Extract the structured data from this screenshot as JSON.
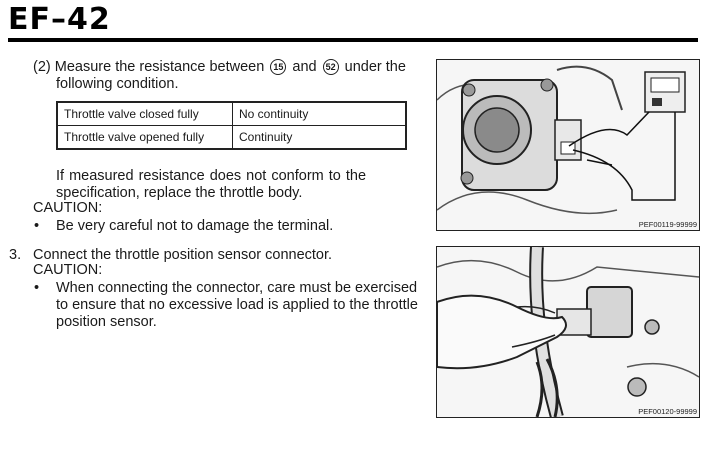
{
  "header": {
    "page_number": "EF–42"
  },
  "step2": {
    "line1_pre": "(2) Measure the resistance between",
    "terminal_a": "15",
    "mid": "and",
    "terminal_b": "52",
    "line1_post": "under the",
    "line2": "following condition."
  },
  "table": {
    "rows": [
      {
        "condition": "Throttle valve closed fully",
        "result": "No continuity"
      },
      {
        "condition": "Throttle valve opened fully",
        "result": "Continuity"
      }
    ]
  },
  "nonconform": {
    "line1": "If   measured   resistance   does   not   conform   to   the",
    "line2": "specification, replace the throttle body."
  },
  "caution1": {
    "label": "CAUTION:",
    "bullet": "•",
    "text": "Be very careful not to damage the terminal."
  },
  "step3": {
    "number": "3.",
    "text": "Connect the throttle position sensor connector.",
    "caution_label": "CAUTION:",
    "bullet": "•",
    "caution_line1": "When connecting the connector, care must be exercised",
    "caution_line2": "to ensure that no excessive load is applied to the throttle",
    "caution_line3": "position sensor."
  },
  "figures": [
    {
      "code": "PEF00119-99999",
      "description_icon": "throttle-body-ohmmeter-illustration"
    },
    {
      "code": "PEF00120-99999",
      "description_icon": "hand-connecting-connector-illustration"
    }
  ]
}
